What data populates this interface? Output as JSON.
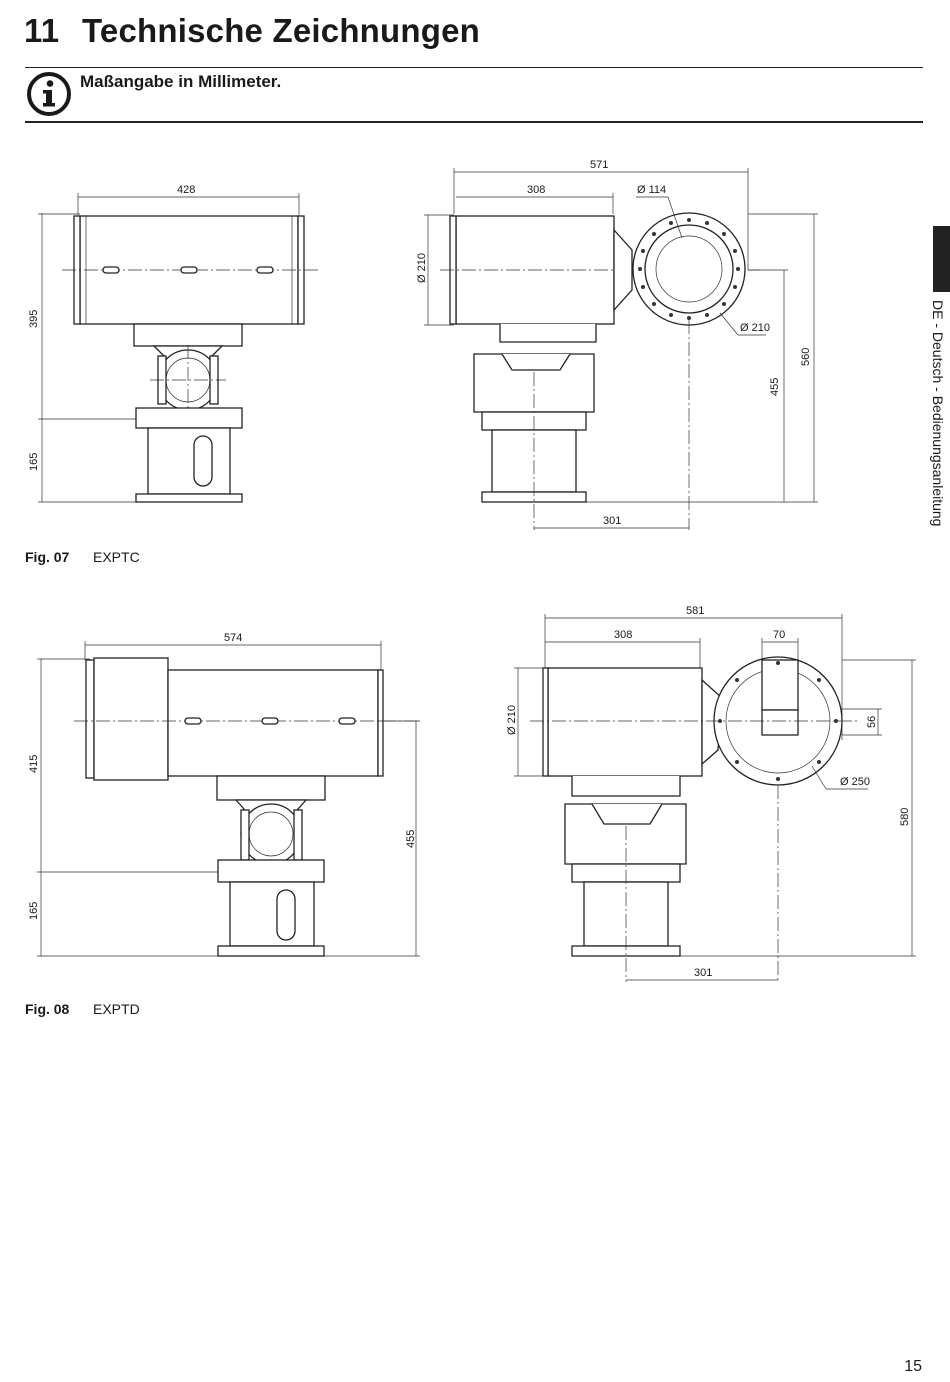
{
  "page": {
    "section_number": "11",
    "section_title": "Technische Zeichnungen",
    "note": "Maßangabe in Millimeter.",
    "side_label": "DE - Deutsch - Bedienungsanleitung",
    "page_number": "15"
  },
  "icons": {
    "note_icon": "info-circle-icon"
  },
  "figures": [
    {
      "number": "Fig. 07",
      "caption": "EXPTC",
      "dimensions": {
        "width_front": "428",
        "height_upper": "395",
        "height_lower": "165",
        "total_width_side": "571",
        "width_side": "308",
        "diameter_window": "Ø 114",
        "diameter_housing": "Ø 210",
        "diameter_flange": "Ø 210",
        "height_axis": "455",
        "height_total": "560",
        "depth_axis": "301"
      }
    },
    {
      "number": "Fig. 08",
      "caption": "EXPTD",
      "dimensions": {
        "width_front": "574",
        "height_upper": "415",
        "height_lower": "165",
        "height_axis_front": "455",
        "total_width_side": "581",
        "width_side": "308",
        "offset_top": "70",
        "offset_side": "56",
        "diameter_housing": "Ø 210",
        "diameter_flange": "Ø 250",
        "height_total": "580",
        "depth_axis": "301"
      }
    }
  ]
}
